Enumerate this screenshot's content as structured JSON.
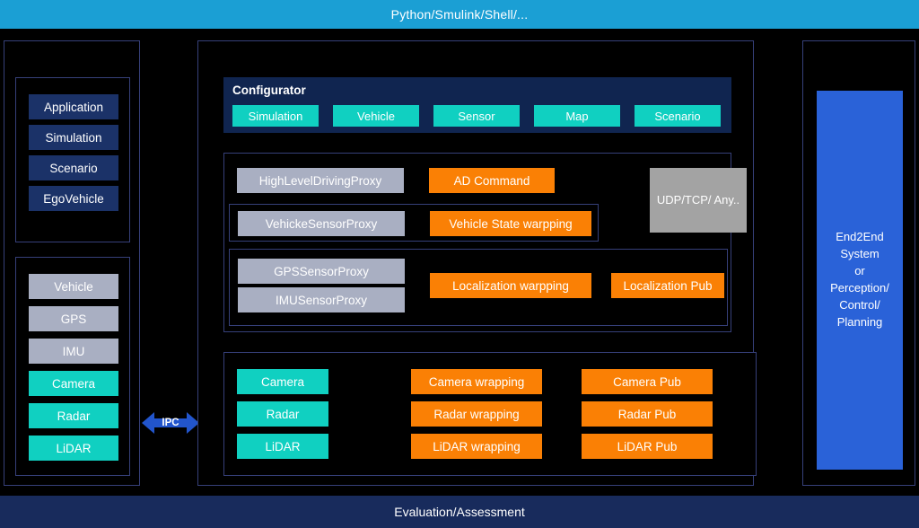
{
  "banners": {
    "top": "Python/Smulink/Shell/...",
    "bottom": "Evaluation/Assessment"
  },
  "colors": {
    "banner_top_bg": "#1B9FD4",
    "banner_bottom_bg": "#182B5C",
    "panel_border": "#36407a",
    "navy_chip": "#1B3268",
    "gray_chip": "#A9AFC2",
    "teal_chip": "#10D0C1",
    "orange_chip": "#FA8005",
    "configurator_bg": "#102550",
    "udp_box_bg": "#A3A3A3",
    "e2e_box_bg": "#2A62D8",
    "ipc_arrow": "#2255CC",
    "background": "#000000"
  },
  "left_column": {
    "application_group": [
      {
        "label": "Application"
      },
      {
        "label": "Simulation"
      },
      {
        "label": "Scenario"
      },
      {
        "label": "EgoVehicle"
      }
    ],
    "sensor_group": [
      {
        "label": "Vehicle",
        "style": "gray"
      },
      {
        "label": "GPS",
        "style": "gray"
      },
      {
        "label": "IMU",
        "style": "gray"
      },
      {
        "label": "Camera",
        "style": "teal"
      },
      {
        "label": "Radar",
        "style": "teal"
      },
      {
        "label": "LiDAR",
        "style": "teal"
      }
    ]
  },
  "ipc": {
    "label": "IPC"
  },
  "center_column": {
    "configurator": {
      "title": "Configurator",
      "buttons": [
        {
          "label": "Simulation"
        },
        {
          "label": "Vehicle"
        },
        {
          "label": "Sensor"
        },
        {
          "label": "Map"
        },
        {
          "label": "Scenario"
        }
      ]
    },
    "proxy_block": {
      "high_level_driving_proxy": "HighLevelDrivingProxy",
      "ad_command": "AD Command",
      "vehicke_sensor_proxy": "VehickeSensorProxy",
      "vehicle_state_warpping": "Vehicle State warpping",
      "gps_sensor_proxy": "GPSSensorProxy",
      "imu_sensor_proxy": "IMUSensorProxy",
      "localization_warpping": "Localization warpping",
      "localization_pub": "Localization Pub",
      "transport": "UDP/TCP/\nAny.."
    },
    "sensor_block": {
      "rows": [
        {
          "source": "Camera",
          "wrapping": "Camera wrapping",
          "pub": "Camera Pub"
        },
        {
          "source": "Radar",
          "wrapping": "Radar wrapping",
          "pub": "Radar Pub"
        },
        {
          "source": "LiDAR",
          "wrapping": "LiDAR wrapping",
          "pub": "LiDAR Pub"
        }
      ]
    }
  },
  "right_column": {
    "e2e_box": "End2End\nSystem\nor\nPerception/\nControl/\nPlanning"
  }
}
